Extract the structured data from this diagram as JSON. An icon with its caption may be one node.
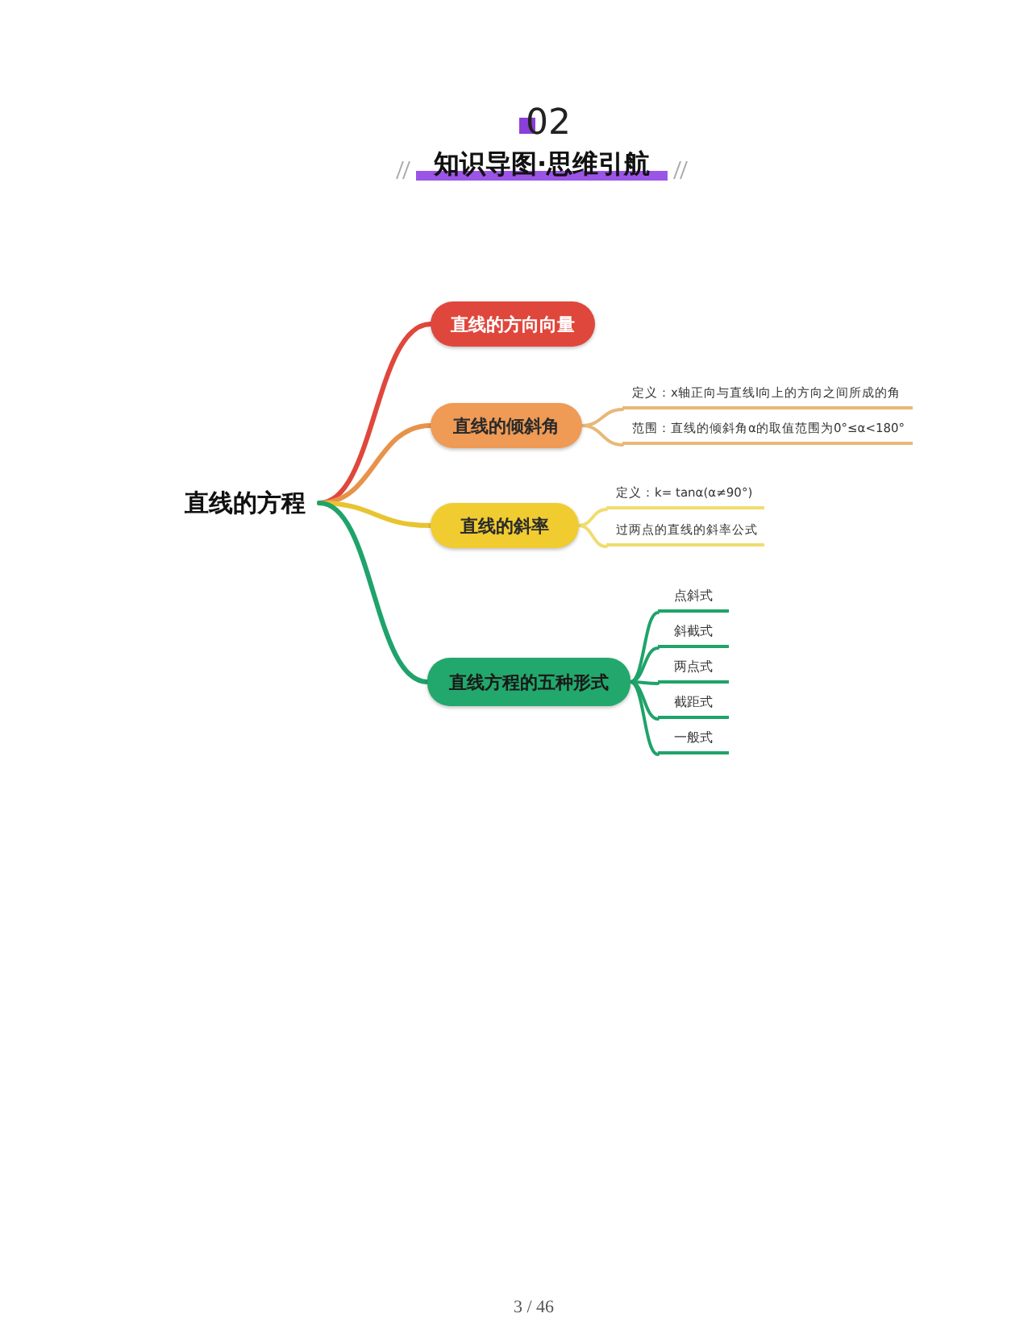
{
  "diagram": {
    "title": "知识导图·思维引航",
    "nodes": [
      {
        "text": [
          "直线的方程"
        ]
      },
      {
        "text": [
          "直线的方向向量"
        ]
      },
      {
        "text": [
          "直线的倾斜角"
        ]
      },
      {
        "text": [
          "直线的斜率"
        ]
      },
      {
        "text": [
          "直线方程的五种形式"
        ]
      },
      {
        "text": [
          "定义：x轴正向与直线l向上的方向之间所成的角"
        ]
      },
      {
        "text": [
          "范围：直线的倾斜角α的取值范围为0°≤α<180°"
        ]
      },
      {
        "text": [
          "定义：k= tanα(α≠90°)"
        ]
      },
      {
        "text": [
          "过两点的直线的斜率公式"
        ]
      },
      {
        "text": [
          "点斜式"
        ]
      },
      {
        "text": [
          "斜截式"
        ]
      },
      {
        "text": [
          "两点式"
        ]
      },
      {
        "text": [
          "截距式"
        ]
      },
      {
        "text": [
          "一般式"
        ]
      }
    ],
    "edges": [
      {
        "from": 0,
        "to": 1,
        "arrow": "none",
        "color": "#e0473c"
      },
      {
        "from": 0,
        "to": 2,
        "arrow": "none",
        "color": "#e8924a"
      },
      {
        "from": 0,
        "to": 3,
        "arrow": "none",
        "color": "#e8c431"
      },
      {
        "from": 0,
        "to": 4,
        "arrow": "none"
      },
      {
        "from": 2,
        "to": 5,
        "arrow": "none",
        "color": "#e8b878"
      },
      {
        "from": 2,
        "to": 6,
        "arrow": "none",
        "color": "#e8b878"
      },
      {
        "from": 3,
        "to": 7,
        "arrow": "none",
        "color": "#f0dc70"
      },
      {
        "from": 3,
        "to": 8,
        "arrow": "none",
        "color": "#f0dc70"
      },
      {
        "from": 4,
        "to": 9,
        "arrow": "none"
      },
      {
        "from": 4,
        "to": 10,
        "arrow": "none"
      },
      {
        "from": 4,
        "to": 11,
        "arrow": "none"
      },
      {
        "from": 4,
        "to": 12,
        "arrow": "none"
      },
      {
        "from": 4,
        "to": 13,
        "arrow": "none"
      }
    ],
    "labels": [
      "02",
      "3 / 46"
    ]
  }
}
